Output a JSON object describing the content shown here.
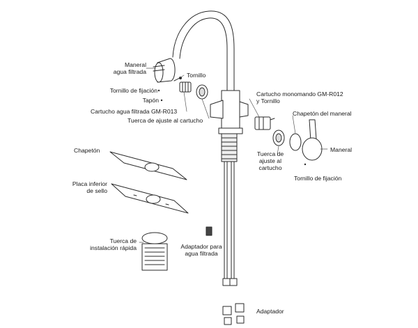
{
  "labels": {
    "maneral_agua": [
      "Maneral",
      "agua filtrada"
    ],
    "tornillo": "Tornillo",
    "tornillo_fijacion_left": "Tornillo de fijación",
    "tapon": "Tapón",
    "cartucho_agua": "Cartucho agua filtrada GM-R013",
    "tuerca_ajuste_left": "Tuerca de ajuste al cartucho",
    "cartucho_monomando": [
      "Cartucho monomando GM-R012",
      "y Tornillo"
    ],
    "chapeton_maneral": "Chapetón del maneral",
    "maneral": "Maneral",
    "tuerca_ajuste_right": [
      "Tuerca de",
      "ajuste al",
      "cartucho"
    ],
    "tornillo_fijacion_right": "Tornillo de fijación",
    "chapeton": "Chapetón",
    "placa_inferior": [
      "Placa inferior",
      "de sello"
    ],
    "tuerca_instalacion": [
      "Tuerca de",
      "instalación rápida"
    ],
    "adaptador_agua": [
      "Adaptador para",
      "agua filtrada"
    ],
    "adaptador": "Adaptador"
  }
}
